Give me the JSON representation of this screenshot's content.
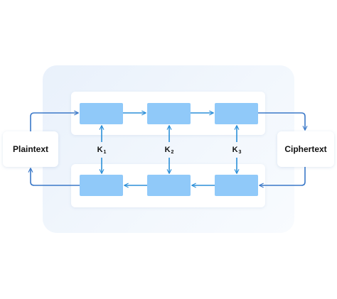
{
  "plaintext_label": "Plaintext",
  "ciphertext_label": "Ciphertext",
  "keys": [
    {
      "name": "K",
      "sub": "1"
    },
    {
      "name": "K",
      "sub": "2"
    },
    {
      "name": "K",
      "sub": "3"
    }
  ],
  "colors": {
    "box": "#90c9f9",
    "arrow": "#2b8fd8",
    "flow_line": "#3a78c8",
    "panel": "#eef4fc"
  }
}
